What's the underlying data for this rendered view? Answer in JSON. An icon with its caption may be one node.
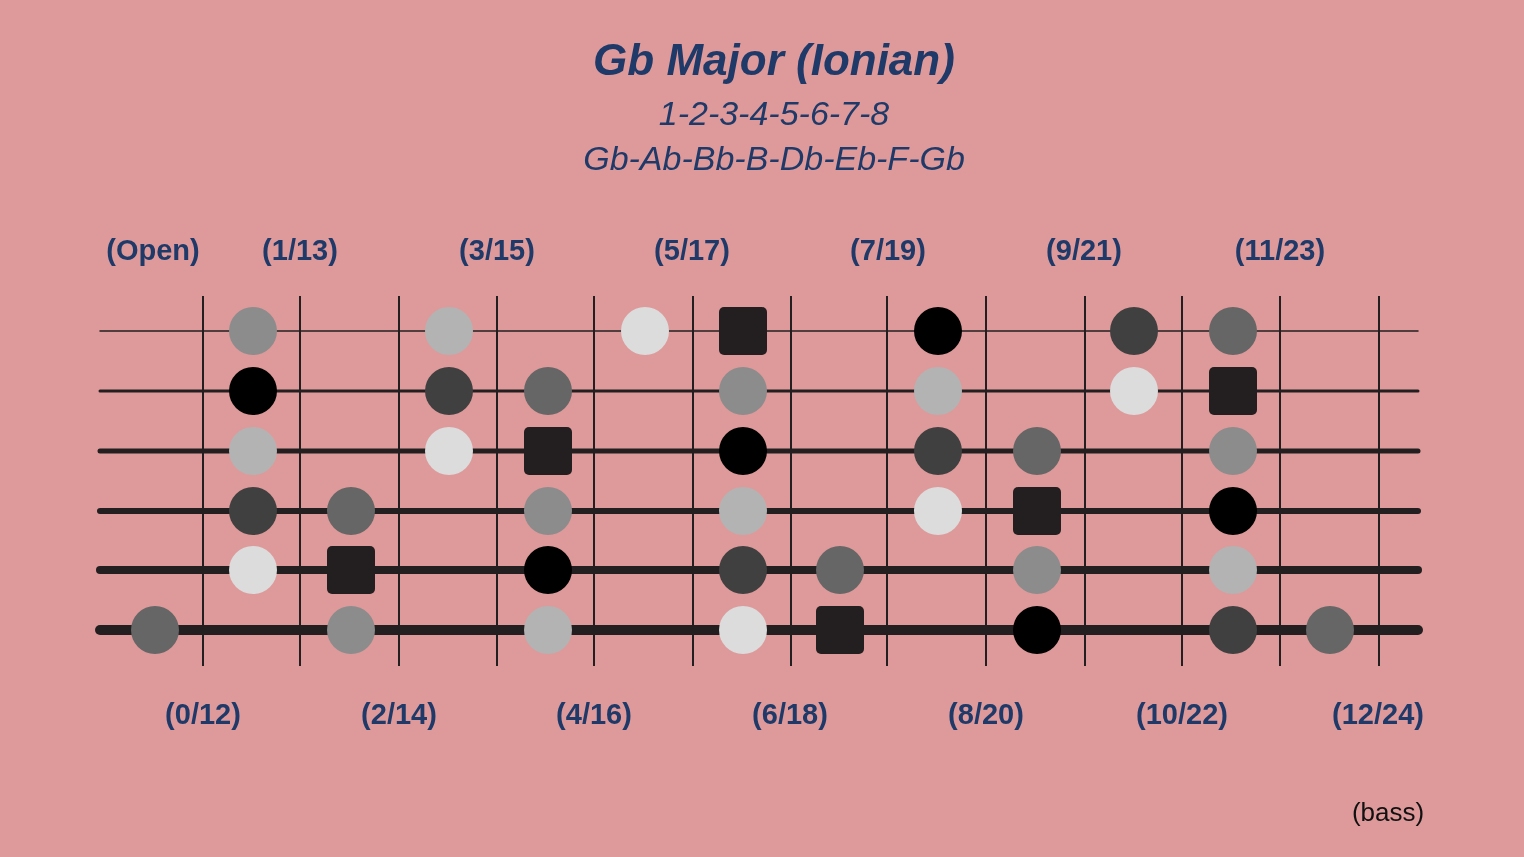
{
  "diagram": {
    "title": "Gb Major (Ionian)",
    "labels": [
      "1-2-3-4-5-6-7-8",
      "Gb-Ab-Bb-B-Db-Eb-F-Gb",
      "(Open)",
      "(1/13)",
      "(3/15)",
      "(5/17)",
      "(7/19)",
      "(9/21)",
      "(11/23)",
      "(0/12)",
      "(2/14)",
      "(4/16)",
      "(6/18)",
      "(8/20)",
      "(10/22)",
      "(12/24)",
      "(bass)"
    ]
  }
}
